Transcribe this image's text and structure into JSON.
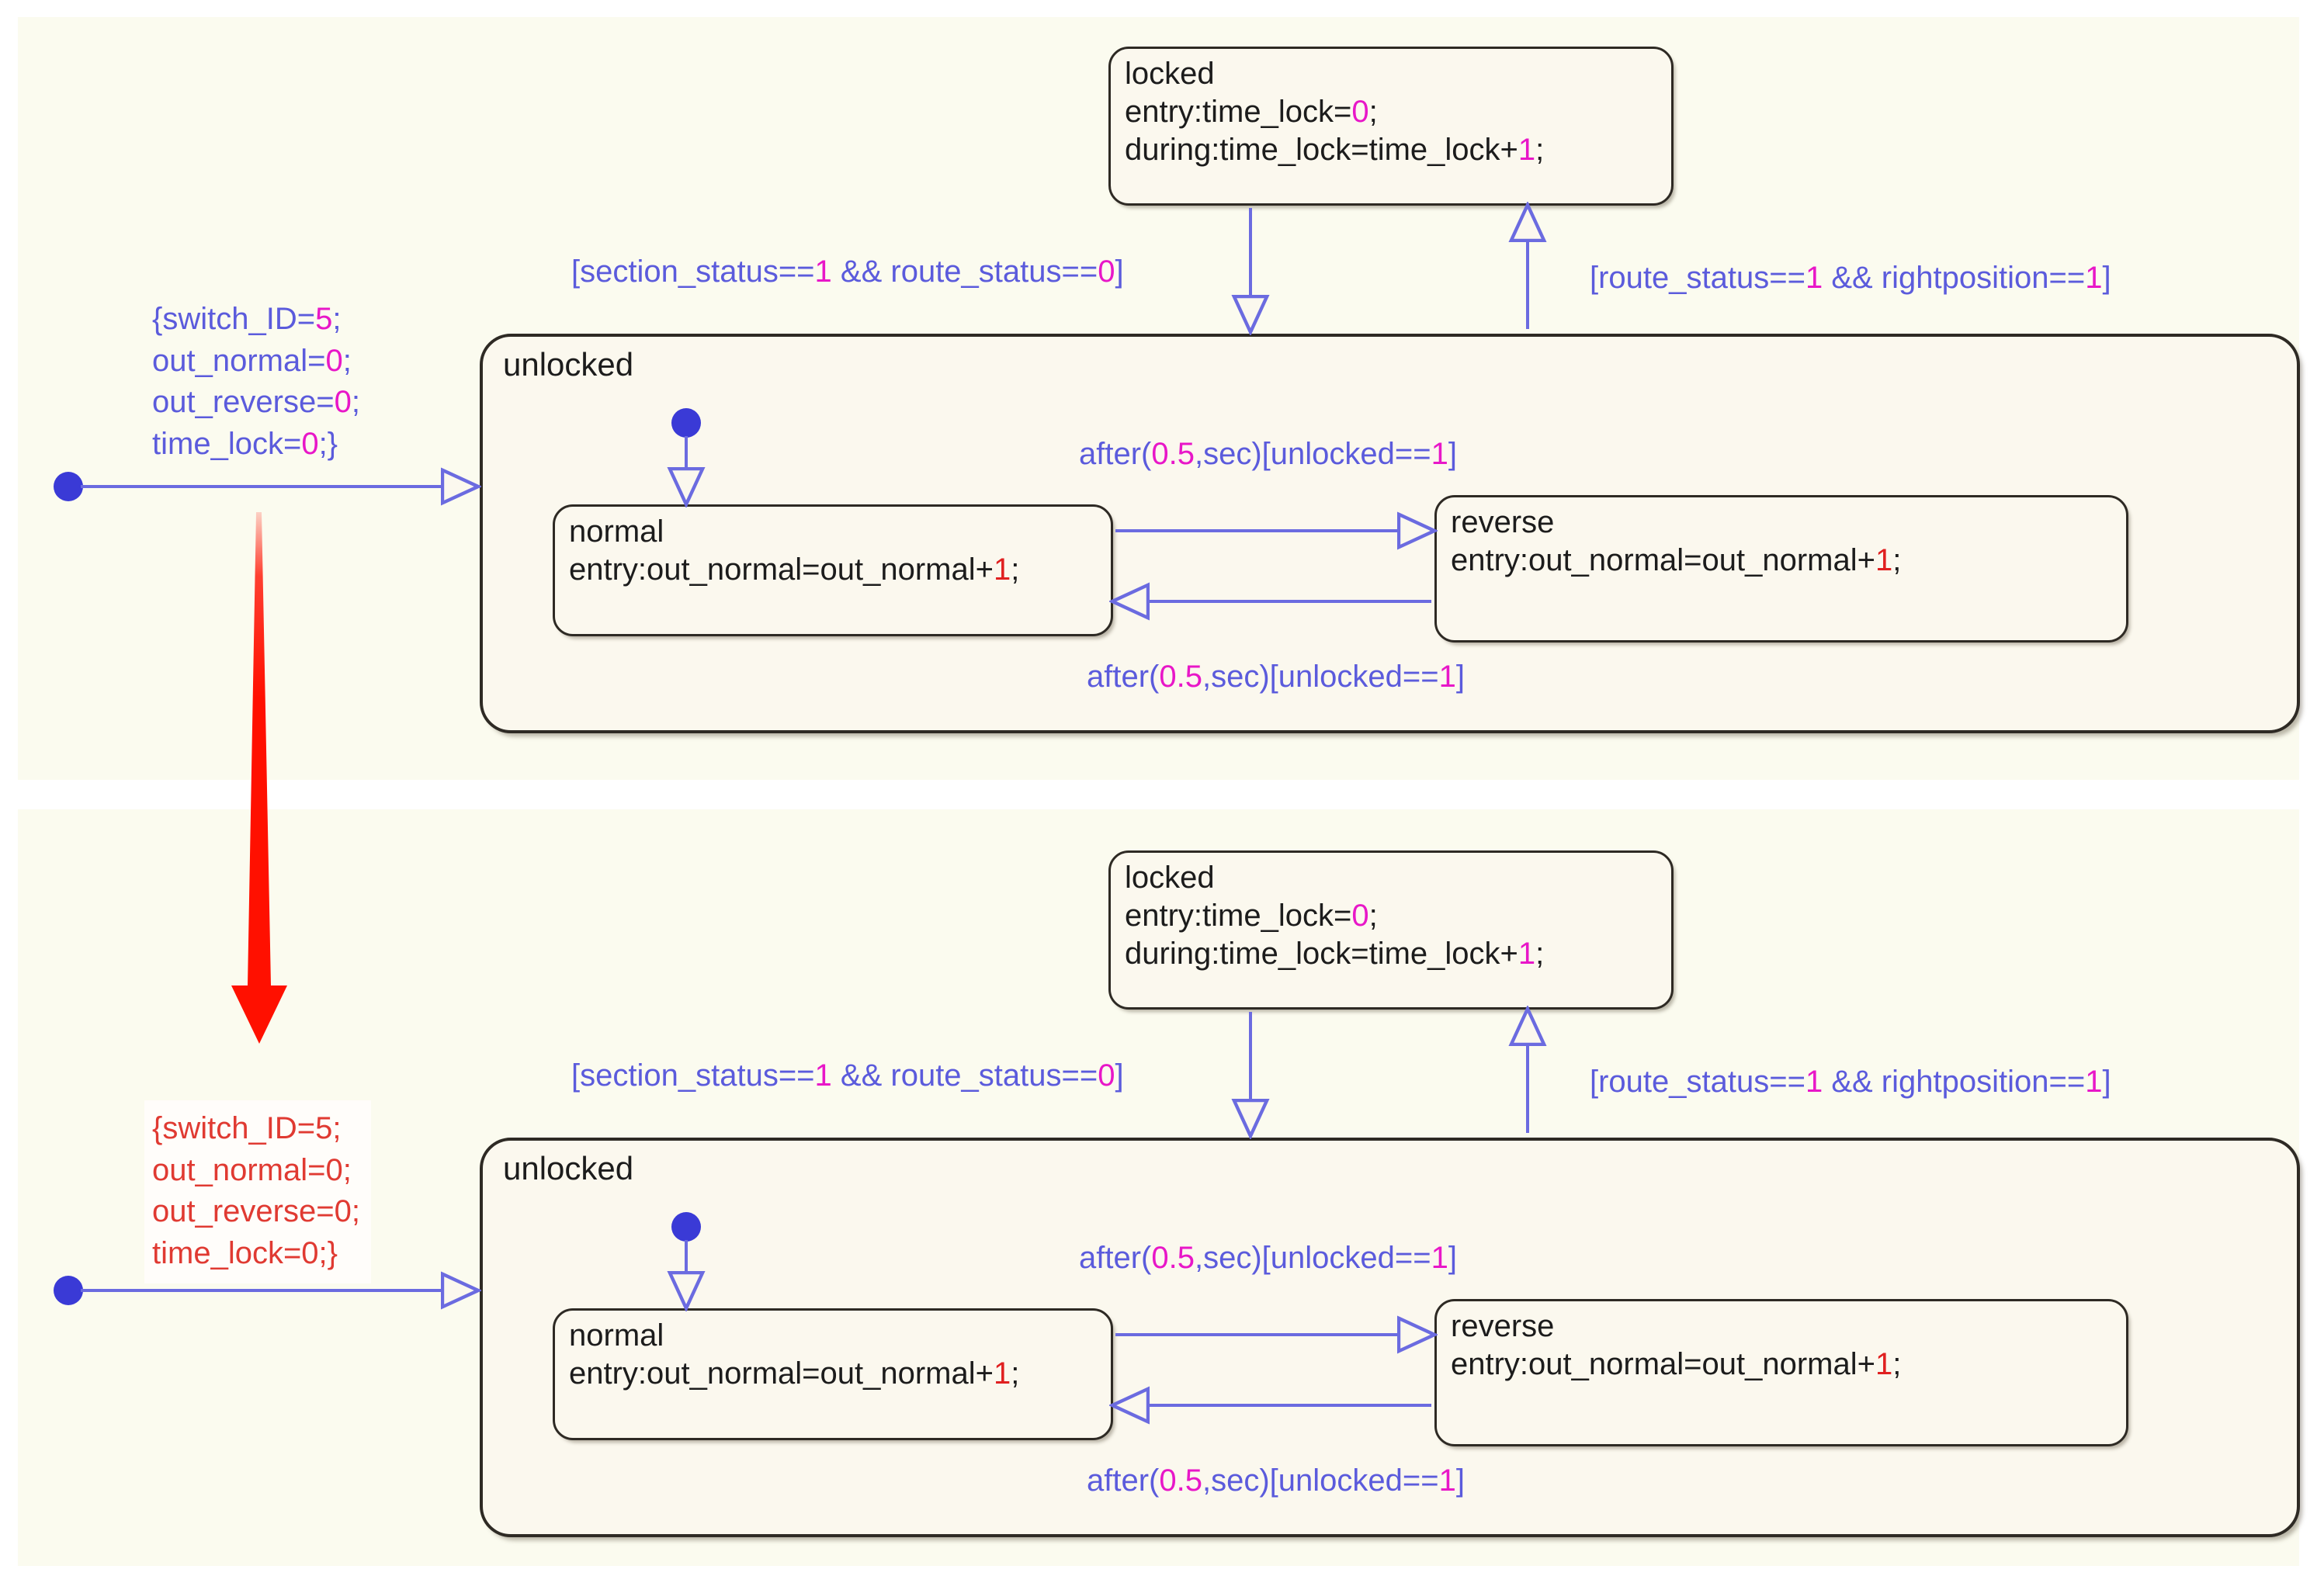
{
  "diagram": {
    "type": "stateflow-chart",
    "title": "Railway switch machine Stateflow chart (two variants)",
    "colors": {
      "panel_background": "#fbfbef",
      "state_fill": "#fbf8ee",
      "state_border": "#2e2a24",
      "transition_line": "#6b6be0",
      "junction_dot": "#3a3ad6",
      "label_text": "#5b5bdc",
      "label_number": "#e817c8",
      "state_number": "#e02020",
      "highlight_arrow": "#ff1000",
      "annotation_red": "#e03a32"
    }
  },
  "panels": [
    {
      "id": "top",
      "states": {
        "locked": {
          "name": "locked",
          "lines": [
            {
              "text": "entry:time_lock=",
              "num": "0",
              "tail": ";"
            },
            {
              "text": "during:time_lock=time_lock+",
              "num": "1",
              "tail": ";"
            }
          ]
        },
        "unlocked": {
          "name": "unlocked"
        },
        "normal": {
          "name": "normal",
          "lines": [
            {
              "text": "entry:out_normal=out_normal+",
              "num": "1",
              "tail": ";"
            }
          ]
        },
        "reverse": {
          "name": "reverse",
          "lines": [
            {
              "text": "entry:out_normal=out_normal+",
              "num": "1",
              "tail": ";"
            }
          ]
        }
      },
      "transitions": {
        "locked_to_unlocked": {
          "label_parts": [
            {
              "t": "[section_status==",
              "c": "blue"
            },
            {
              "t": "1",
              "c": "mag"
            },
            {
              "t": " && route_status==",
              "c": "blue"
            },
            {
              "t": "0",
              "c": "mag"
            },
            {
              "t": "]",
              "c": "blue"
            }
          ],
          "label_plain": "[section_status==1 && route_status==0]"
        },
        "unlocked_to_locked": {
          "label_parts": [
            {
              "t": "[route_status==",
              "c": "blue"
            },
            {
              "t": "1",
              "c": "mag"
            },
            {
              "t": " && rightposition==",
              "c": "blue"
            },
            {
              "t": "1",
              "c": "mag"
            },
            {
              "t": "]",
              "c": "blue"
            }
          ],
          "label_plain": "[route_status==1 && rightposition==1]"
        },
        "normal_to_reverse": {
          "label_parts": [
            {
              "t": "after(",
              "c": "blue"
            },
            {
              "t": "0.5",
              "c": "mag"
            },
            {
              "t": ",sec)[unlocked==",
              "c": "blue"
            },
            {
              "t": "1",
              "c": "mag"
            },
            {
              "t": "]",
              "c": "blue"
            }
          ],
          "label_plain": "after(0.5,sec)[unlocked==1]"
        },
        "reverse_to_normal": {
          "label_parts": [
            {
              "t": "after(",
              "c": "blue"
            },
            {
              "t": "0.5",
              "c": "mag"
            },
            {
              "t": ",sec)[unlocked==",
              "c": "blue"
            },
            {
              "t": "1",
              "c": "mag"
            },
            {
              "t": "]",
              "c": "blue"
            }
          ],
          "label_plain": "after(0.5,sec)[unlocked==1]"
        }
      },
      "entry_action": {
        "style": "blue",
        "lines": [
          {
            "text": "{switch_ID=",
            "num": "5",
            "tail": ";"
          },
          {
            "text": "out_normal=",
            "num": "0",
            "tail": ";"
          },
          {
            "text": "out_reverse=",
            "num": "0",
            "tail": ";"
          },
          {
            "text": "time_lock=",
            "num": "0",
            "tail": ";}"
          }
        ],
        "plain": "{switch_ID=5;\nout_normal=0;\nout_reverse=0;\ntime_lock=0;}"
      }
    },
    {
      "id": "bottom",
      "states": {
        "locked": {
          "name": "locked",
          "lines": [
            {
              "text": "entry:time_lock=",
              "num": "0",
              "tail": ";"
            },
            {
              "text": "during:time_lock=time_lock+",
              "num": "1",
              "tail": ";"
            }
          ]
        },
        "unlocked": {
          "name": "unlocked"
        },
        "normal": {
          "name": "normal",
          "lines": [
            {
              "text": "entry:out_normal=out_normal+",
              "num": "1",
              "tail": ";"
            }
          ]
        },
        "reverse": {
          "name": "reverse",
          "lines": [
            {
              "text": "entry:out_normal=out_normal+",
              "num": "1",
              "tail": ";"
            }
          ]
        }
      },
      "transitions": {
        "locked_to_unlocked": {
          "label_plain": "[section_status==1 && route_status==0]"
        },
        "unlocked_to_locked": {
          "label_plain": "[route_status==1 && rightposition==1]"
        },
        "normal_to_reverse": {
          "label_plain": "after(0.5,sec)[unlocked==1]"
        },
        "reverse_to_normal": {
          "label_plain": "after(0.5,sec)[unlocked==1]"
        }
      },
      "entry_action": {
        "style": "red",
        "lines": [
          {
            "text": "{switch_ID=5;"
          },
          {
            "text": "out_normal=0;"
          },
          {
            "text": "out_reverse=0;"
          },
          {
            "text": "time_lock=0;}"
          }
        ],
        "plain": "{switch_ID=5;\nout_normal=0;\nout_reverse=0;\ntime_lock=0;}"
      }
    }
  ],
  "callout": {
    "name": "red-highlight-arrow",
    "description": "Large red downward arrow pointing from the top chart's entry action to the bottom chart's highlighted entry action"
  }
}
